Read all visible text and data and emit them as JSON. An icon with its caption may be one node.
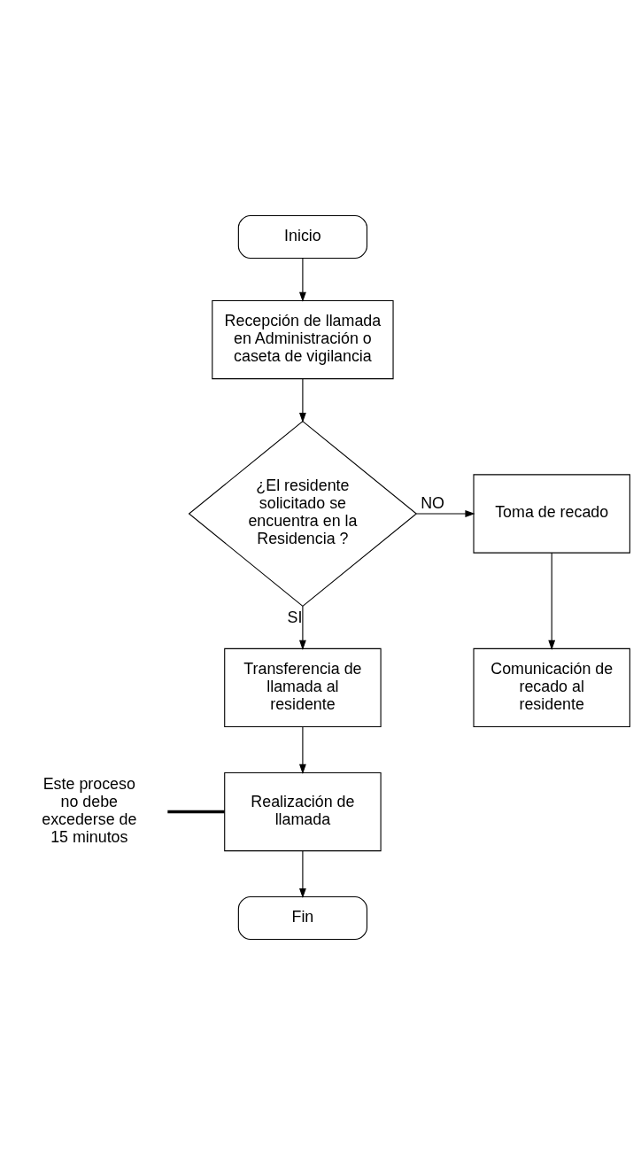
{
  "diagram": {
    "nodes": [
      {
        "text": [
          "Inicio"
        ]
      },
      {
        "text": [
          "Recepción de llamada en Administración o caseta de vigilancia"
        ]
      },
      {
        "text": [
          "¿El residente solicitado se encuentra en la Residencia ?"
        ]
      },
      {
        "text": [
          "Toma de recado"
        ]
      },
      {
        "text": [
          "Comunicación de recado al residente"
        ]
      },
      {
        "text": [
          "Transferencia de llamada al residente"
        ]
      },
      {
        "text": [
          "Realización de llamada"
        ]
      },
      {
        "text": [
          "Fin"
        ]
      },
      {
        "text": [
          "Este proceso no debe excederse de 15 minutos"
        ]
      }
    ],
    "edges": [
      {
        "from": 0,
        "to": 1,
        "arrow": "to"
      },
      {
        "from": 1,
        "to": 2,
        "arrow": "to"
      },
      {
        "from": 2,
        "to": 3,
        "arrow": "to",
        "label": "NO"
      },
      {
        "from": 3,
        "to": 4,
        "arrow": "to"
      },
      {
        "from": 2,
        "to": 5,
        "arrow": "to",
        "label": "SI"
      },
      {
        "from": 5,
        "to": 6,
        "arrow": "to"
      },
      {
        "from": 6,
        "to": 7,
        "arrow": "to"
      },
      {
        "from": 8,
        "to": 6,
        "arrow": "none",
        "style": "thick"
      }
    ]
  }
}
